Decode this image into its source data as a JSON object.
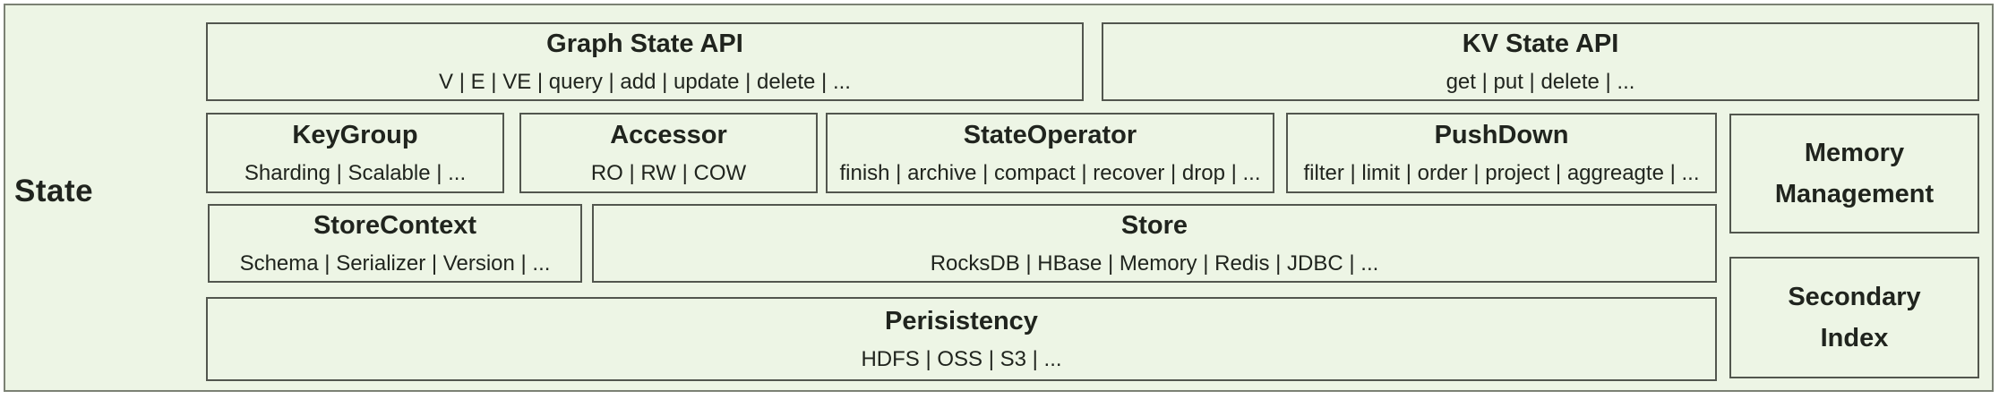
{
  "diagram": {
    "label": "State"
  },
  "boxes": {
    "graph_state_api": {
      "title": "Graph State API",
      "subtitle": "V | E | VE | query | add | update | delete | ..."
    },
    "kv_state_api": {
      "title": "KV State API",
      "subtitle": "get | put | delete | ..."
    },
    "keygroup": {
      "title": "KeyGroup",
      "subtitle": "Sharding | Scalable | ..."
    },
    "accessor": {
      "title": "Accessor",
      "subtitle": "RO | RW | COW"
    },
    "state_operator": {
      "title": "StateOperator",
      "subtitle": "finish | archive | compact | recover | drop | ..."
    },
    "pushdown": {
      "title": "PushDown",
      "subtitle": "filter | limit | order | project | aggreagte | ..."
    },
    "memory_management": {
      "title": "Memory Management"
    },
    "store_context": {
      "title": "StoreContext",
      "subtitle": "Schema | Serializer | Version | ..."
    },
    "store": {
      "title": "Store",
      "subtitle": "RocksDB | HBase | Memory | Redis | JDBC | ..."
    },
    "secondary_index": {
      "title": "Secondary Index"
    },
    "perisistency": {
      "title": "Perisistency",
      "subtitle": "HDFS | OSS | S3 | ..."
    }
  },
  "colors": {
    "panel_background": "#edf5e5",
    "outer_border": "#7b8174",
    "box_border": "#52564e",
    "text": "#20241e"
  }
}
